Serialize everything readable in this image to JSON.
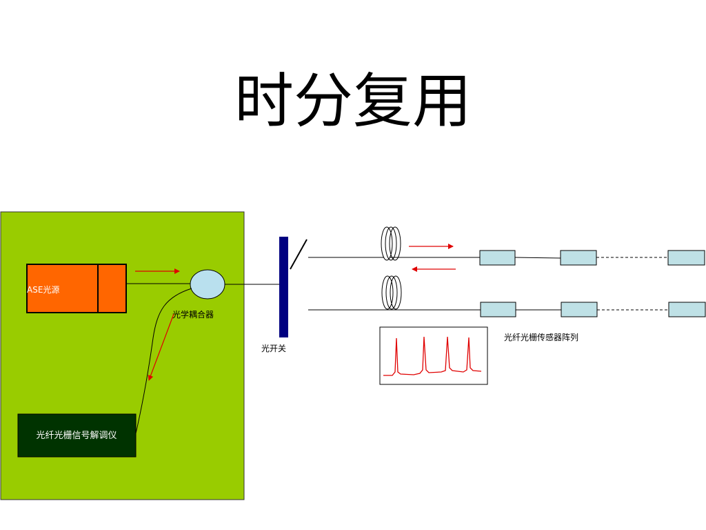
{
  "title": "时分复用",
  "labels": {
    "ase_source": "ASE光源",
    "coupler": "光学耦合器",
    "demodulator": "光纤光栅信号解调仪",
    "optical_switch": "光开关",
    "sensor_array": "光纤光栅传感器阵列"
  },
  "colors": {
    "panel": "#99cc00",
    "ase_box": "#ff6600",
    "demodulator_box": "#003300",
    "coupler": "#b9e0ee",
    "switch_bar": "#000080",
    "grating": "#bfe1e6",
    "arrow": "#e00000",
    "waveform": "#e00000"
  },
  "icons": {
    "fiber_coil": "fiber-coil-icon",
    "grating": "fiber-grating-icon",
    "waveform": "reflection-peaks-icon"
  }
}
